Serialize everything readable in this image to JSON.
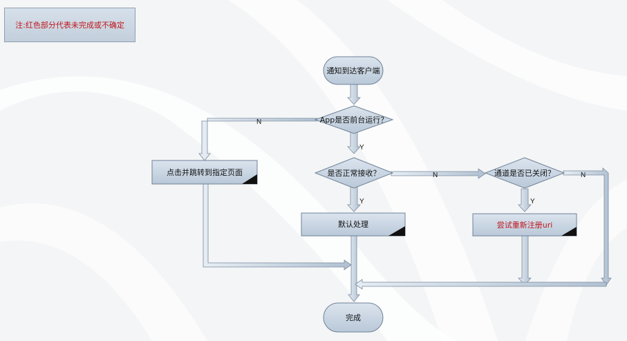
{
  "note": "注:红色部分代表未完成或不确定",
  "nodes": {
    "notify": "通知到达客户端",
    "app_foreground": "App是否前台运行？",
    "click_jump": "点击并跳转到指定页面",
    "receive_normal": "是否正常接收？",
    "default_handle": "默认处理",
    "channel_closed": "通道是否已关闭？",
    "retry_register": "尝试重新注册uri",
    "done": "完成"
  },
  "edge_labels": {
    "app_no": "N",
    "app_yes": "Y",
    "receive_yes": "Y",
    "receive_no": "N",
    "channel_yes": "Y",
    "channel_no": "N"
  },
  "colors": {
    "node_fill_top": "#dbe4ee",
    "node_fill_bottom": "#b9c8d8",
    "node_border": "#6f8196",
    "arrow_fill": "#c3d0de",
    "arrow_border": "#7a8a9c",
    "uncertain_text": "#c0161b"
  }
}
